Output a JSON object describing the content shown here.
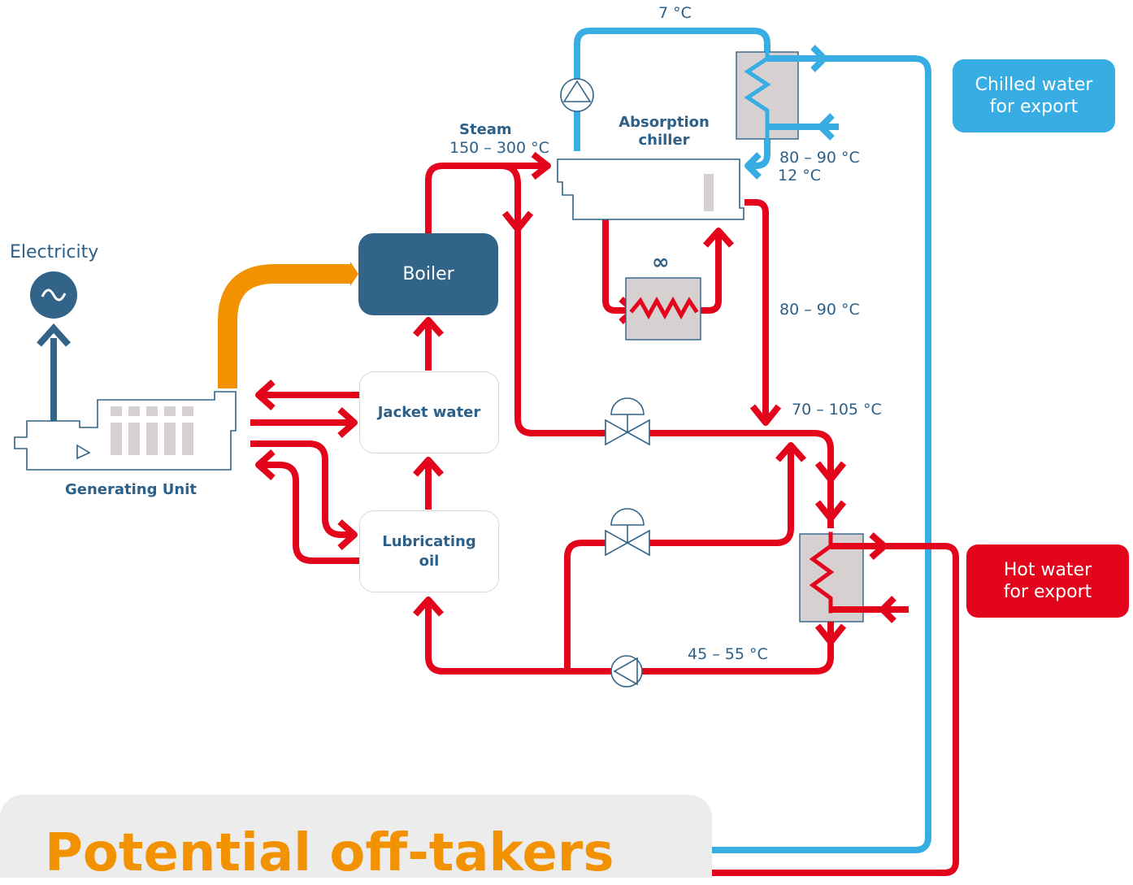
{
  "colors": {
    "hot": "#e3051b",
    "chilled": "#37ade3",
    "exhaust": "#f29200",
    "navy": "#316488",
    "equipment": "#d6d1d0"
  },
  "labels": {
    "electricity": "Electricity",
    "generating_unit": "Generating Unit",
    "boiler": "Boiler",
    "jacket_water": "Jacket water",
    "lubricating_oil": "Lubricating\noil",
    "steam": "Steam",
    "steam_temp": "150 – 300 °C",
    "absorption_chiller": "Absorption\nchiller",
    "chilled_supply_temp": "7 °C",
    "chiller_hot_in_temp": "80 – 90 °C",
    "chilled_return_temp": "12 °C",
    "hot_return_temp": "80 – 90 °C",
    "hot_mix_temp": "70 – 105 °C",
    "hot_loop_return_temp": "45 – 55 °C",
    "chilled_export": "Chilled water\nfor export",
    "hot_export": "Hot water\nfor export",
    "infinity_symbol": "∞",
    "ac_symbol": "∿"
  },
  "title": "Potential off-takers",
  "icons": [
    "ac-generator-icon",
    "pump-icon",
    "valve-icon",
    "heat-exchanger-icon",
    "cooling-tower-icon",
    "engine-icon"
  ]
}
